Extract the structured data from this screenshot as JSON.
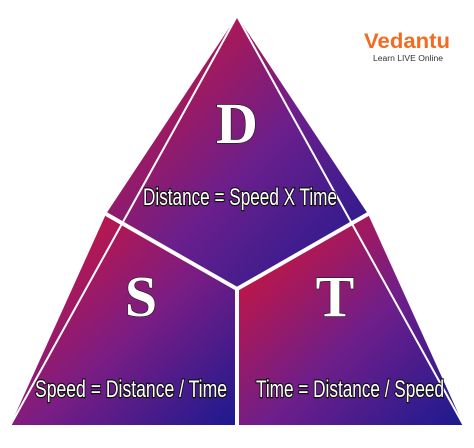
{
  "logo": {
    "brand": "Vedantu",
    "tagline": "Learn LIVE Online"
  },
  "sections": {
    "top": {
      "letter": "D",
      "formula": "Distance = Speed X Time"
    },
    "left": {
      "letter": "S",
      "formula": "Speed = Distance / Time"
    },
    "right": {
      "letter": "T",
      "formula": "Time = Distance / Speed"
    }
  },
  "colors": {
    "red": "#d2152c",
    "purple": "#5e1e8c",
    "navy": "#1b1a8f",
    "divider": "#ffffff",
    "brand": "#f26b21"
  }
}
